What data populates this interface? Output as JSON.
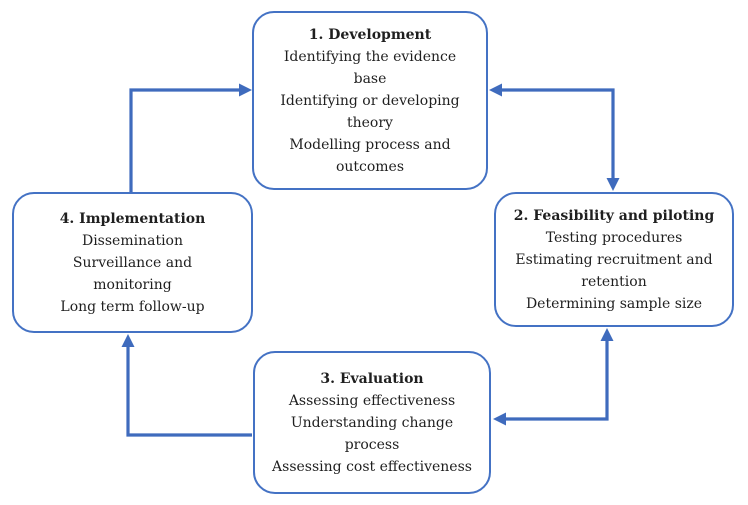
{
  "diagram": {
    "description": "Cyclic framework diagram with four phases connected by elbow arrows"
  },
  "boxes": [
    {
      "id": "development",
      "title": "1. Development",
      "items": [
        "Identifying the evidence\nbase",
        "Identifying or developing\ntheory",
        "Modelling process and\noutcomes"
      ]
    },
    {
      "id": "feasibility-piloting",
      "title": "2. Feasibility and piloting",
      "items": [
        "Testing procedures",
        "Estimating recruitment and\nretention",
        "Determining sample size"
      ]
    },
    {
      "id": "evaluation",
      "title": "3. Evaluation",
      "items": [
        "Assessing effectiveness",
        "Understanding change\nprocess",
        "Assessing cost effectiveness"
      ]
    },
    {
      "id": "implementation",
      "title": "4. Implementation",
      "items": [
        "Dissemination",
        "Surveillance and\nmonitoring",
        "Long term follow-up"
      ]
    }
  ],
  "connectors": [
    {
      "name": "implementation-to-development",
      "from": "4. Implementation",
      "to": "1. Development",
      "arrowheads": [
        "into-development"
      ]
    },
    {
      "name": "development-feasibility-bidirectional",
      "from": "1. Development",
      "to": "2. Feasibility and piloting",
      "arrowheads": [
        "into-development",
        "into-feasibility"
      ]
    },
    {
      "name": "feasibility-evaluation-bidirectional",
      "from": "2. Feasibility and piloting",
      "to": "3. Evaluation",
      "arrowheads": [
        "into-feasibility",
        "into-evaluation"
      ]
    },
    {
      "name": "evaluation-to-implementation",
      "from": "3. Evaluation",
      "to": "4. Implementation",
      "arrowheads": [
        "into-implementation"
      ]
    }
  ],
  "colors": {
    "box_border": "#4472C4",
    "arrow": "#3F6BBD",
    "text": "#1F1F1F",
    "background": "#FFFFFF"
  }
}
